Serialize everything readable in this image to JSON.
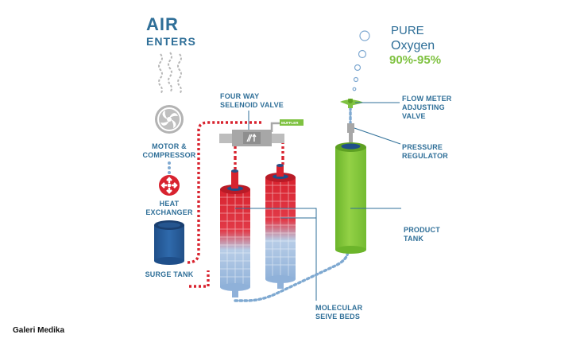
{
  "labels": {
    "air_enters_line1": "AIR",
    "air_enters_line2": "ENTERS",
    "pure": "PURE",
    "oxygen": "Oxygen",
    "purity": "90%-95%",
    "motor_line1": "MOTOR &",
    "motor_line2": "COMPRESSOR",
    "heat_line1": "HEAT",
    "heat_line2": "EXCHANGER",
    "surge_tank": "SURGE TANK",
    "valve_line1": "FOUR WAY",
    "valve_line2": "SELENOID VALVE",
    "muffler": "MUFFLER",
    "flow_line1": "FLOW METER",
    "flow_line2": "ADJUSTING",
    "flow_line3": "VALVE",
    "pressure_line1": "PRESSURE",
    "pressure_line2": "REGULATOR",
    "product_line1": "PRODUCT",
    "product_line2": "TANK",
    "sieve_line1": "MOLECULAR",
    "sieve_line2": "SEIVE BEDS",
    "credit": "Galeri Medika"
  },
  "colors": {
    "text_blue": "#2f6f98",
    "oxygen_green": "#7fc241",
    "red": "#d8232f",
    "dot_blue": "#7fa9d1",
    "tank_blue": "#2a5f9e"
  },
  "icons": {
    "compressor": "fan-icon",
    "heat_exchanger": "heat-exchanger-icon",
    "valve": "four-way-valve-icon",
    "flow_valve": "flow-meter-valve-icon",
    "regulator": "pressure-regulator-icon"
  }
}
